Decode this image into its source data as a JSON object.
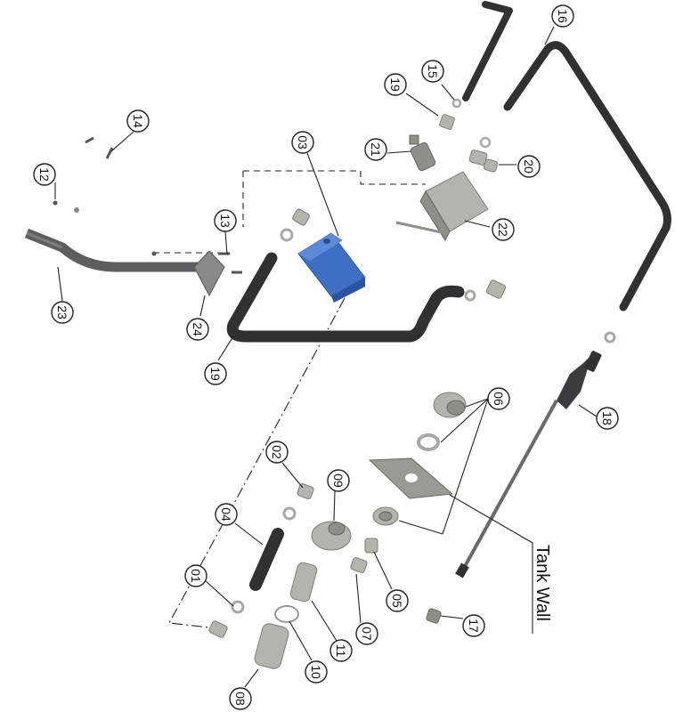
{
  "diagram": {
    "callouts": {
      "c01": "01",
      "c02": "02",
      "c03": "03",
      "c04": "04",
      "c05": "05",
      "c06": "06",
      "c07": "07",
      "c08": "08",
      "c09": "09",
      "c10": "10",
      "c11": "11",
      "c12": "12",
      "c13": "13",
      "c14": "14",
      "c15": "15",
      "c16": "16",
      "c17": "17",
      "c18": "18",
      "c19a": "19",
      "c19b": "19",
      "c20": "20",
      "c21": "21",
      "c22": "22",
      "c23": "23",
      "c24": "24"
    },
    "tank_wall_label": "Tank Wall",
    "colors": {
      "hose": "#2f3133",
      "tank": "#3f6fc4",
      "metal": "#b4b3ad",
      "line": "#222222"
    }
  }
}
